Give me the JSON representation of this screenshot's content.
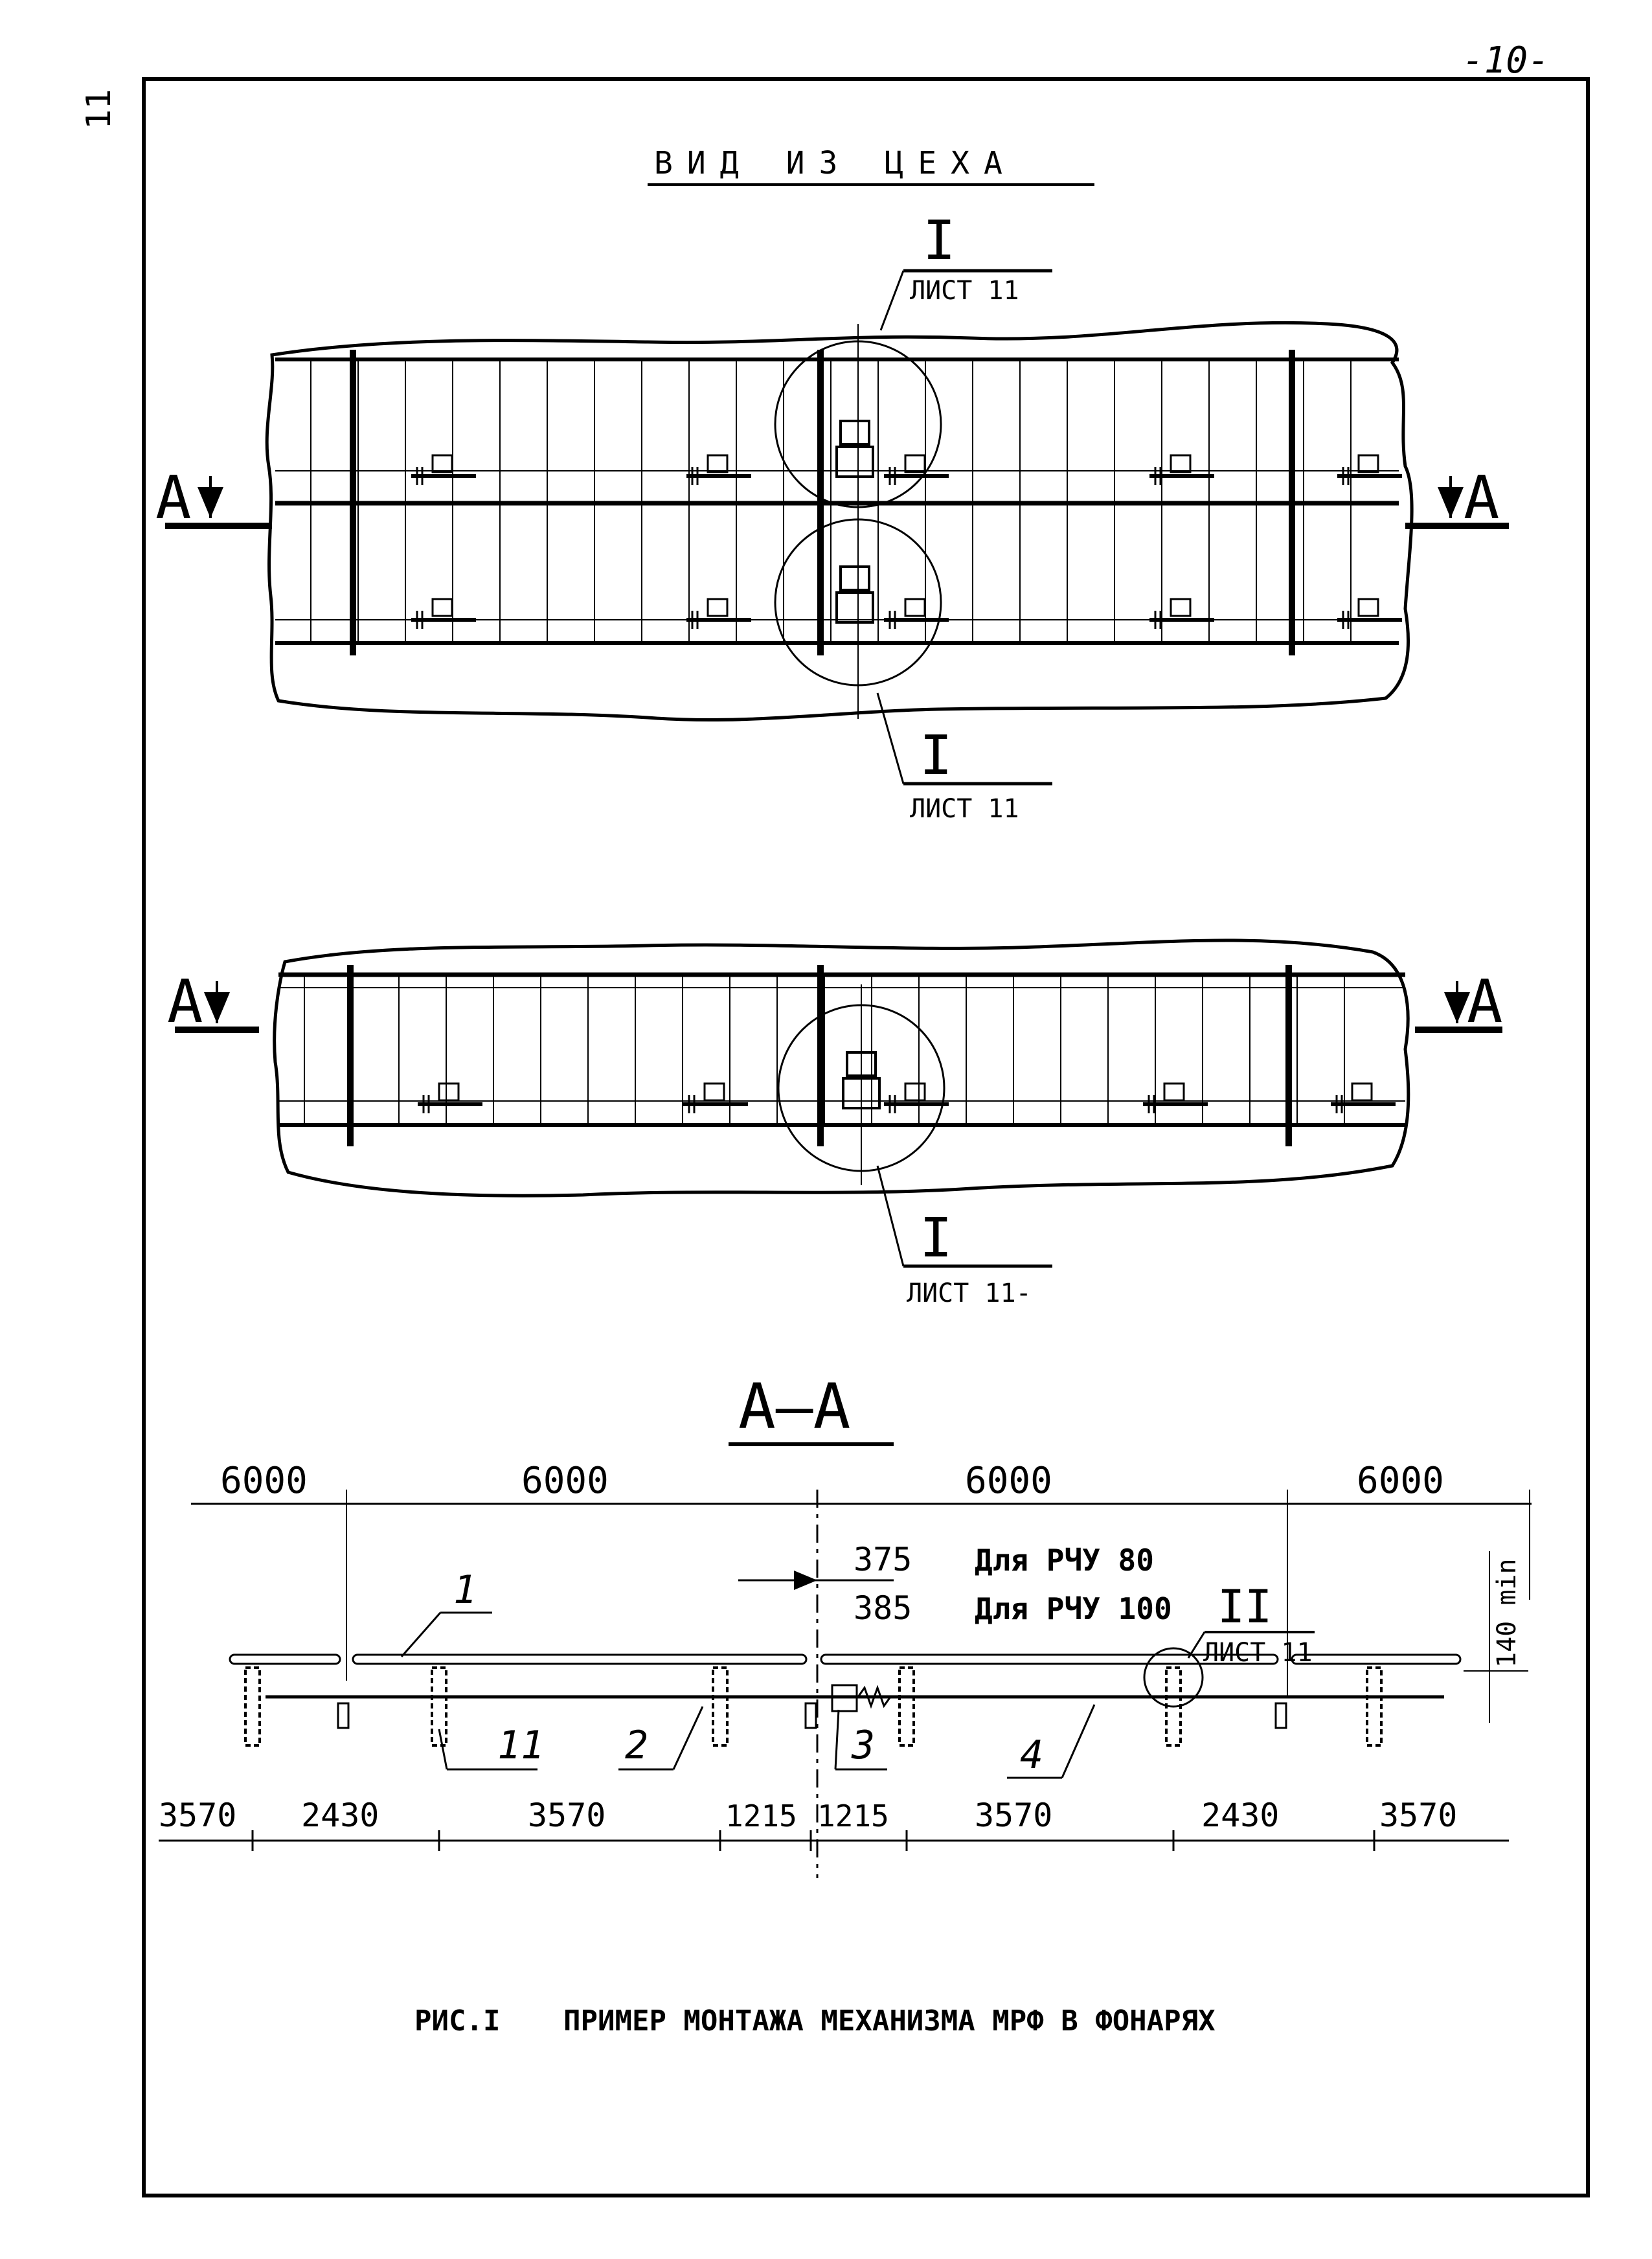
{
  "header": {
    "page_number": "-10-",
    "corner_mark": "11"
  },
  "top_view": {
    "title": "ВИД ИЗ ЦЕХА",
    "callout_top_numeral": "I",
    "callout_top_sheet": "ЛИСТ 11",
    "callout_bottom_numeral": "I",
    "callout_bottom_sheet": "ЛИСТ 11",
    "section_left": "А",
    "section_right": "А"
  },
  "middle_view": {
    "section_left": "А",
    "section_right": "А",
    "callout_numeral": "I",
    "callout_sheet": "ЛИСТ 11-"
  },
  "section_view": {
    "title": "А–А",
    "top_dims": [
      "6000",
      "6000",
      "6000",
      "6000"
    ],
    "rchu_80_dim": "375",
    "rchu_80_label": "Для РЧУ 80",
    "rchu_100_dim": "385",
    "rchu_100_label": "Для РЧУ 100",
    "vertical_dim": "140 min",
    "callout_numeral": "II",
    "callout_sheet": "ЛИСТ 11",
    "bottom_dims": [
      "3570",
      "2430",
      "3570",
      "1215",
      "1215",
      "3570",
      "2430",
      "3570"
    ],
    "part_labels": [
      "1",
      "11",
      "2",
      "3",
      "4"
    ]
  },
  "caption": {
    "figure": "РИС.I",
    "text": "ПРИМЕР МОНТАЖА МЕХАНИЗМА МРФ В ФОНАРЯХ"
  }
}
